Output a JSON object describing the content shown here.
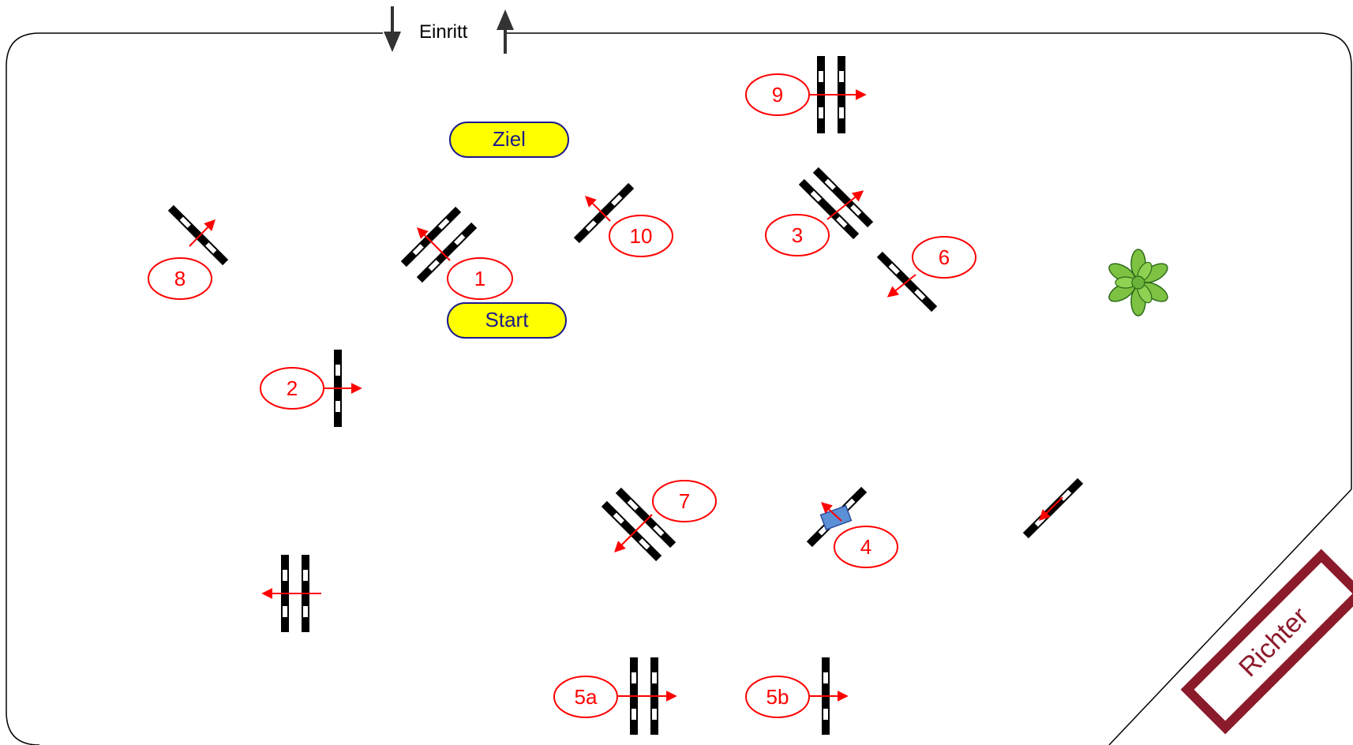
{
  "arena": {
    "entrance_label": "Einritt",
    "judge_label": "Richter"
  },
  "buttons": {
    "finish_label": "Ziel",
    "start_label": "Start"
  },
  "obstacles": [
    {
      "id": "1",
      "label": "1"
    },
    {
      "id": "2",
      "label": "2"
    },
    {
      "id": "3",
      "label": "3"
    },
    {
      "id": "4",
      "label": "4"
    },
    {
      "id": "5a",
      "label": "5a"
    },
    {
      "id": "5b",
      "label": "5b"
    },
    {
      "id": "6",
      "label": "6"
    },
    {
      "id": "7",
      "label": "7"
    },
    {
      "id": "8",
      "label": "8"
    },
    {
      "id": "9",
      "label": "9"
    },
    {
      "id": "10",
      "label": "10"
    }
  ],
  "icons": {
    "plant": "plant-icon"
  },
  "colors": {
    "label_red": "#ff0000",
    "start_finish_fill": "#ffff00",
    "start_finish_text": "#1a1a8c",
    "judge_box": "#8b1a2b",
    "plant_green": "#7dc242"
  }
}
